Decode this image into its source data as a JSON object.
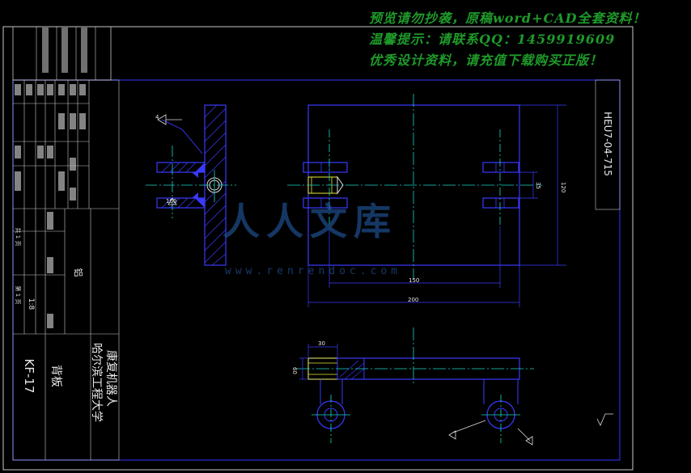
{
  "watermark_lines": [
    "预览请勿抄袭，原稿word+CAD全套资料！",
    "温馨提示：请联系QQ：1459919609",
    "优秀设计资料，请充值下载购买正版！"
  ],
  "drawing_number": "HEU7-04-715",
  "title_block": {
    "part_name": "背板",
    "part_code": "KF-17",
    "project": "康复机器人",
    "school": "哈尔滨工程大学",
    "material": "铝",
    "scale": "1:8",
    "sheet_total": "共 1 页",
    "sheet_no": "第 1 页"
  },
  "dimensions": {
    "d_120": "120",
    "d_150": "150",
    "d_200": "200",
    "d_100": "100",
    "d_30": "30",
    "d_60": "60",
    "d_35": "35"
  },
  "weld_note": "4",
  "logo_text": "人人文库",
  "logo_url": "www.renrendoc.com",
  "colors": {
    "background": "#000000",
    "frame": "#2b2bd9",
    "centerline": "#19d6c8",
    "part": "#3a3aff",
    "hatch": "#3a3aff",
    "watermark": "#1f9a2a"
  }
}
